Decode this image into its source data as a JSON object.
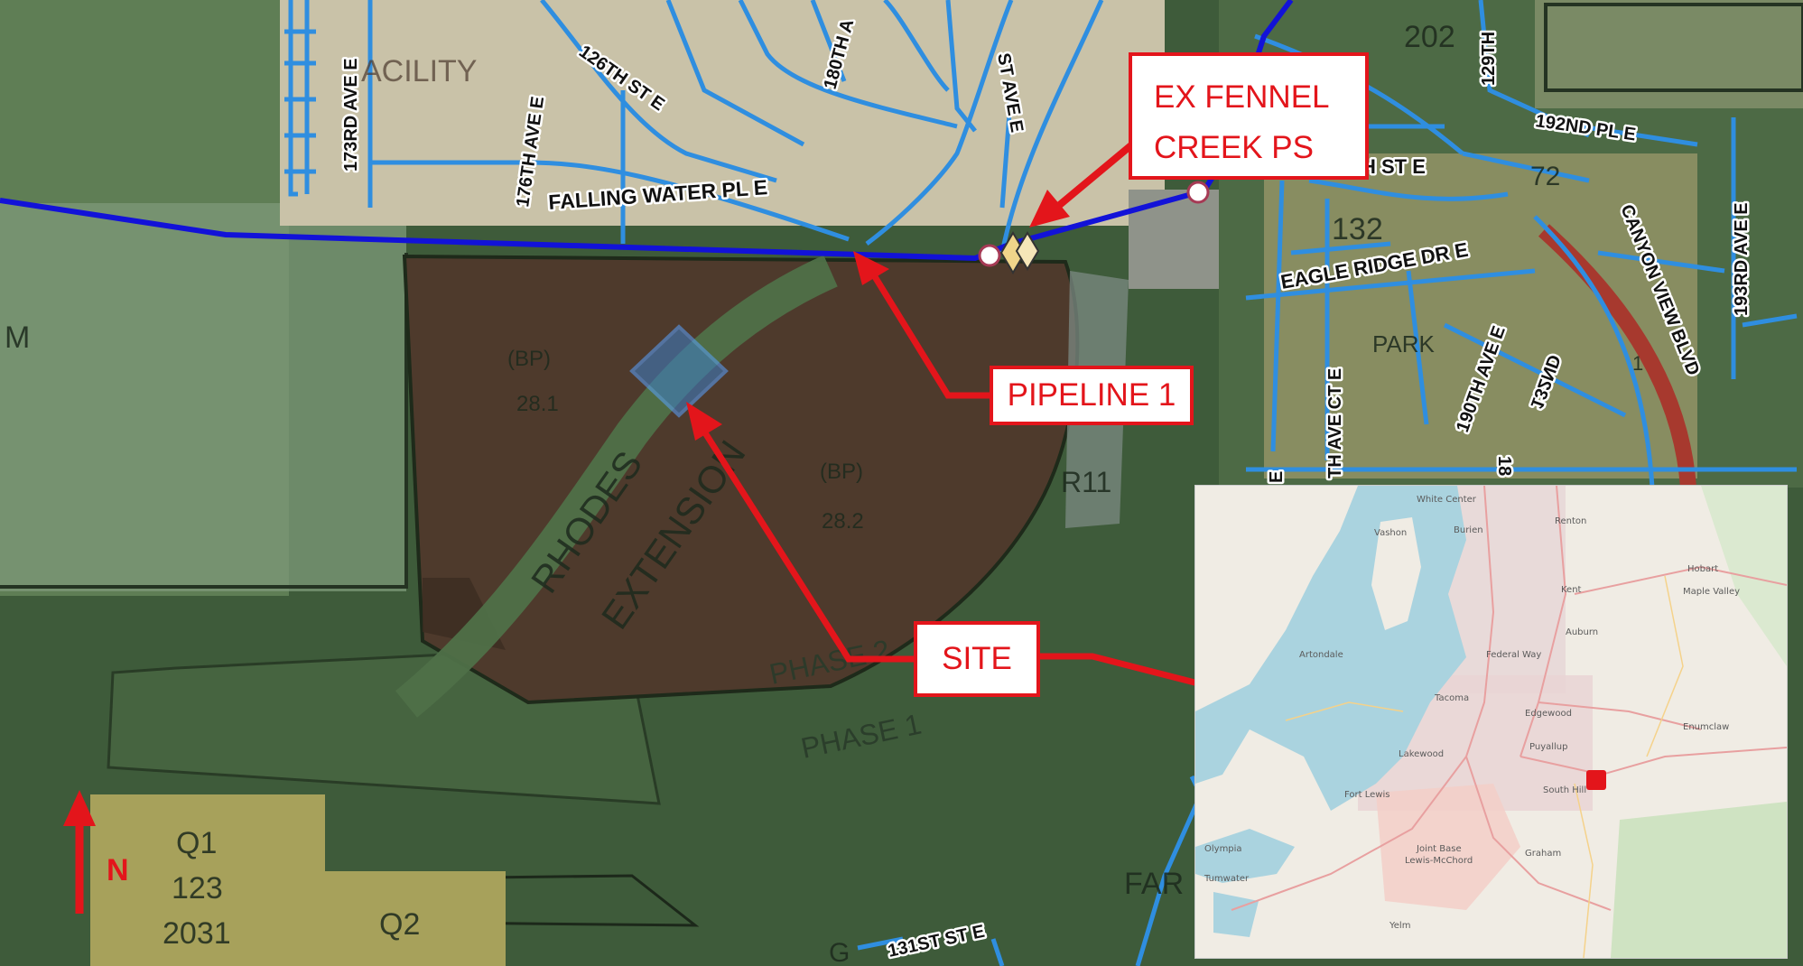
{
  "callouts": {
    "fennel_line1": "EX FENNEL",
    "fennel_line2": "CREEK PS",
    "pipeline": "PIPELINE 1",
    "site": "SITE"
  },
  "north": {
    "letter": "N"
  },
  "streets": {
    "s173rd": "173RD AVE E",
    "s176th": "176TH AVE E",
    "s126th": "126TH ST E",
    "s180th": "180TH A",
    "sst_ave": "ST AVE E",
    "falling_water": "FALLING WATER PL E",
    "s129th": "129TH",
    "s192nd": "192ND PL E",
    "st_e": "H ST E",
    "eagle_ridge": "EAGLE RIDGE DR E",
    "canyon_view": "CANYON VIEW BLVD",
    "s193rd": "193RD AVE E",
    "s190th": "190TH AVE E",
    "s132nd": "132ND",
    "th_ave_ct": "TH AVE CT E",
    "s131st": "131ST ST E"
  },
  "zones": {
    "acility": "ACILITY",
    "bp1_code": "(BP)",
    "bp1_num": "28.1",
    "bp2_code": "(BP)",
    "bp2_num": "28.2",
    "rhodes": "RHODES",
    "extension": "EXTENSION",
    "phase2": "PHASE 2",
    "phase1": "PHASE 1",
    "r11": "R11",
    "q1_a": "Q1",
    "q1_b": "123",
    "q1_c": "2031",
    "q2": "Q2",
    "n202": "202",
    "n72": "72",
    "n132": "132",
    "park": "PARK",
    "m": "M",
    "far": "FAR",
    "g": "G",
    "e": "E",
    "s18": "18",
    "s1": "1"
  },
  "inset": {
    "cities": {
      "vashon": "Vashon",
      "burien": "Burien",
      "renton": "Renton",
      "white_center": "White Center",
      "kent": "Kent",
      "auburn": "Auburn",
      "maple_valley": "Maple Valley",
      "federal_way": "Federal Way",
      "artondale": "Artondale",
      "tacoma": "Tacoma",
      "edgewood": "Edgewood",
      "puyallup": "Puyallup",
      "lakewood": "Lakewood",
      "fort_lewis": "Fort Lewis",
      "south_hill": "South Hill",
      "graham": "Graham",
      "enumclaw": "Enumclaw",
      "olympia": "Olympia",
      "tumwater": "Tumwater",
      "jblm": "Joint Base",
      "jblm2": "Lewis-McChord",
      "yelm": "Yelm",
      "hobart": "Hobart"
    }
  },
  "colors": {
    "callout_red": "#e3151b",
    "pipeline_blue": "#1212d8",
    "street_blue": "#2f8ee0",
    "site_fill": "#4e3a2c"
  }
}
